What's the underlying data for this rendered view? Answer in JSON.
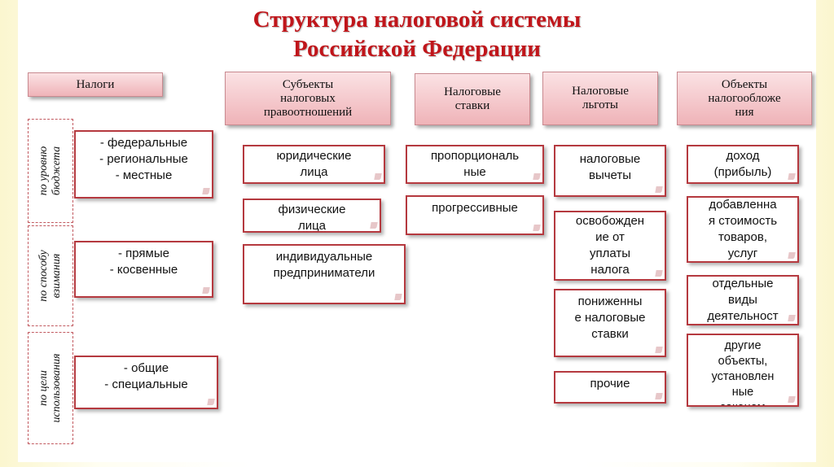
{
  "title": {
    "line1": "Структура налоговой системы",
    "line2": "Российской Федерации"
  },
  "headers": {
    "taxes": "Налоги",
    "subjects": "Субъекты\nналоговых\nправоотношений",
    "rates": "Налоговые\nставки",
    "benefits": "Налоговые\nльготы",
    "objects": "Объекты\nналогообложе\nния"
  },
  "side_labels": {
    "budget": "по уровню\nбюджета",
    "method": "по способу\nвзимания",
    "purpose": "по цели\nиспользования"
  },
  "tax_boxes": {
    "budget": "- федеральные\n- региональные\n- местные",
    "method": "- прямые\n- косвенные",
    "purpose": "- общие\n- специальные"
  },
  "subjects": [
    "юридические\nлица",
    "физические\nлица",
    "индивидуальные\nпредприниматели"
  ],
  "rates": [
    "пропорциональ\nные",
    "прогрессивные"
  ],
  "benefits": [
    "налоговые\nвычеты",
    "освобожден\nие от\nуплаты\nналога",
    "пониженны\nе налоговые\nставки",
    "прочие"
  ],
  "objects": [
    "доход\n(прибыль)",
    "добавленна\nя стоимость\nтоваров,\nуслуг",
    "отдельные\nвиды\nдеятельност",
    "другие\nобъекты,\nустановлен\nные\nзаконом"
  ]
}
